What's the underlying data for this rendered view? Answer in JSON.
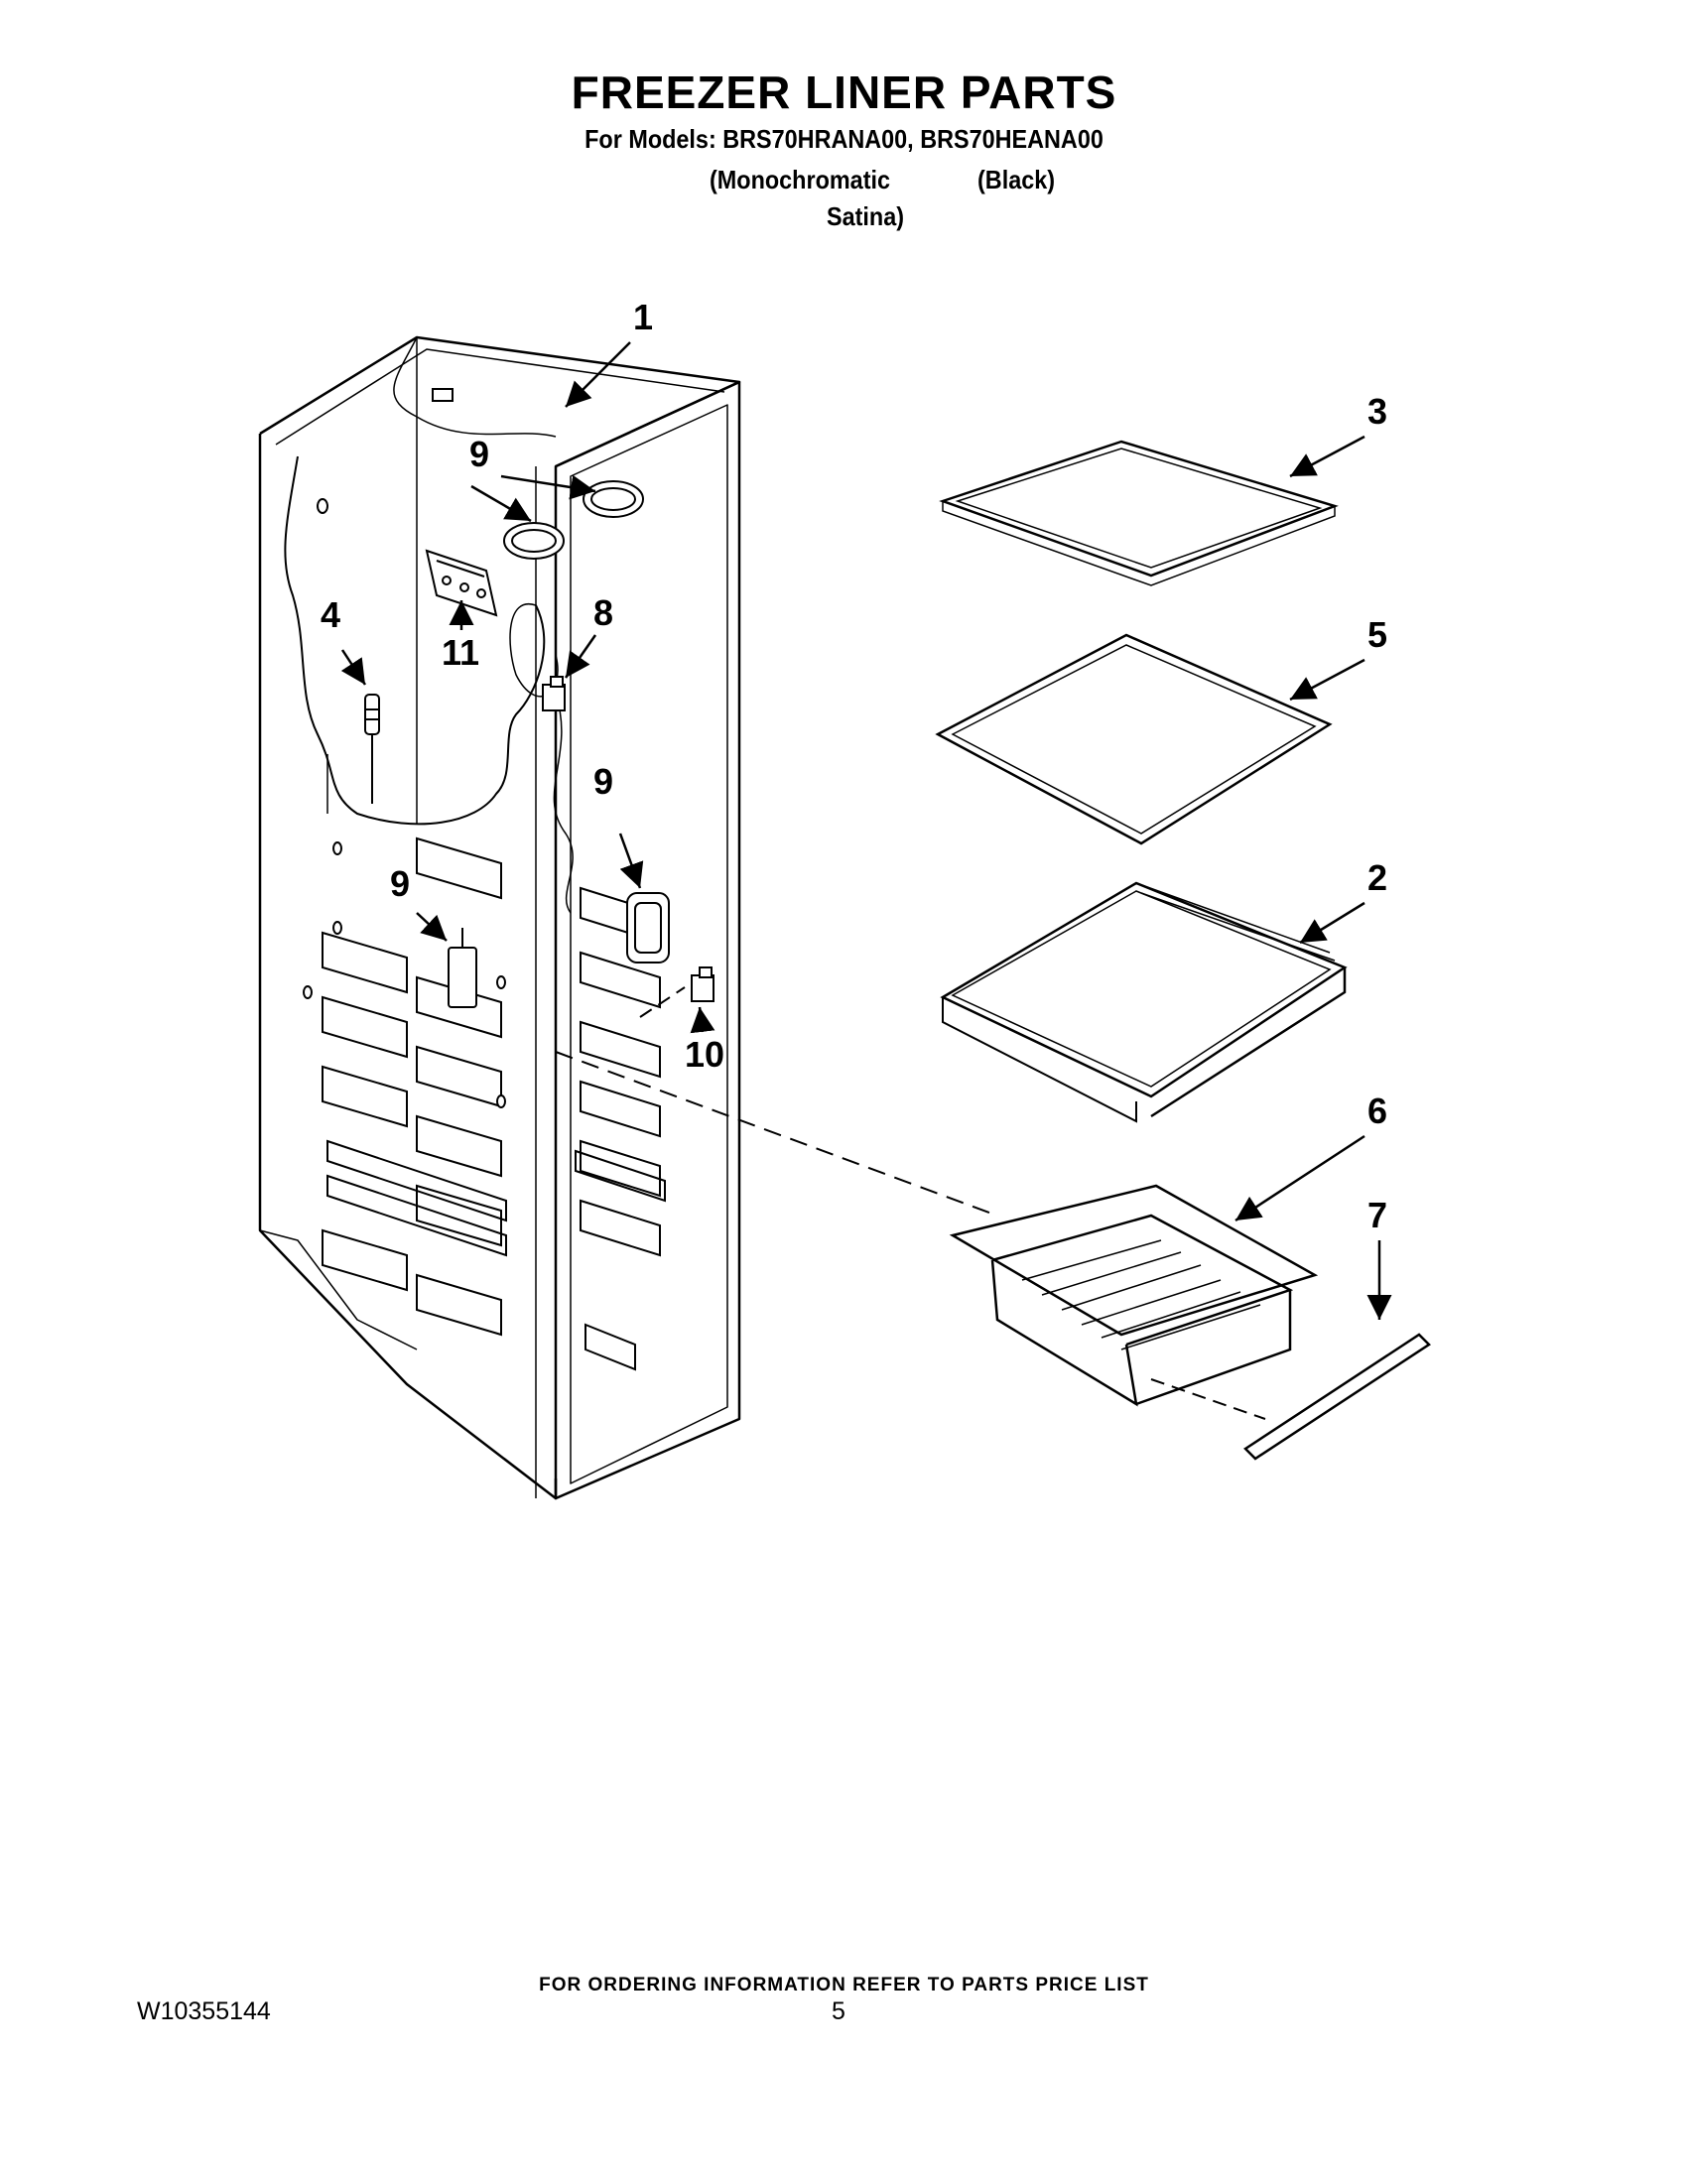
{
  "header": {
    "title": "FREEZER LINER PARTS",
    "models_line": "For Models: BRS70HRANA00, BRS70HEANA00",
    "variant_1_line1": "(Monochromatic",
    "variant_1_line2": "Satina)",
    "variant_2": "(Black)"
  },
  "callouts": {
    "c1": "1",
    "c2": "2",
    "c3": "3",
    "c4": "4",
    "c5": "5",
    "c6": "6",
    "c7": "7",
    "c8": "8",
    "c9a": "9",
    "c9b": "9",
    "c9c": "9",
    "c10": "10",
    "c11": "11"
  },
  "footer": {
    "ordering_note": "FOR ORDERING INFORMATION REFER TO PARTS PRICE LIST",
    "document_number": "W10355144",
    "page_number": "5"
  }
}
